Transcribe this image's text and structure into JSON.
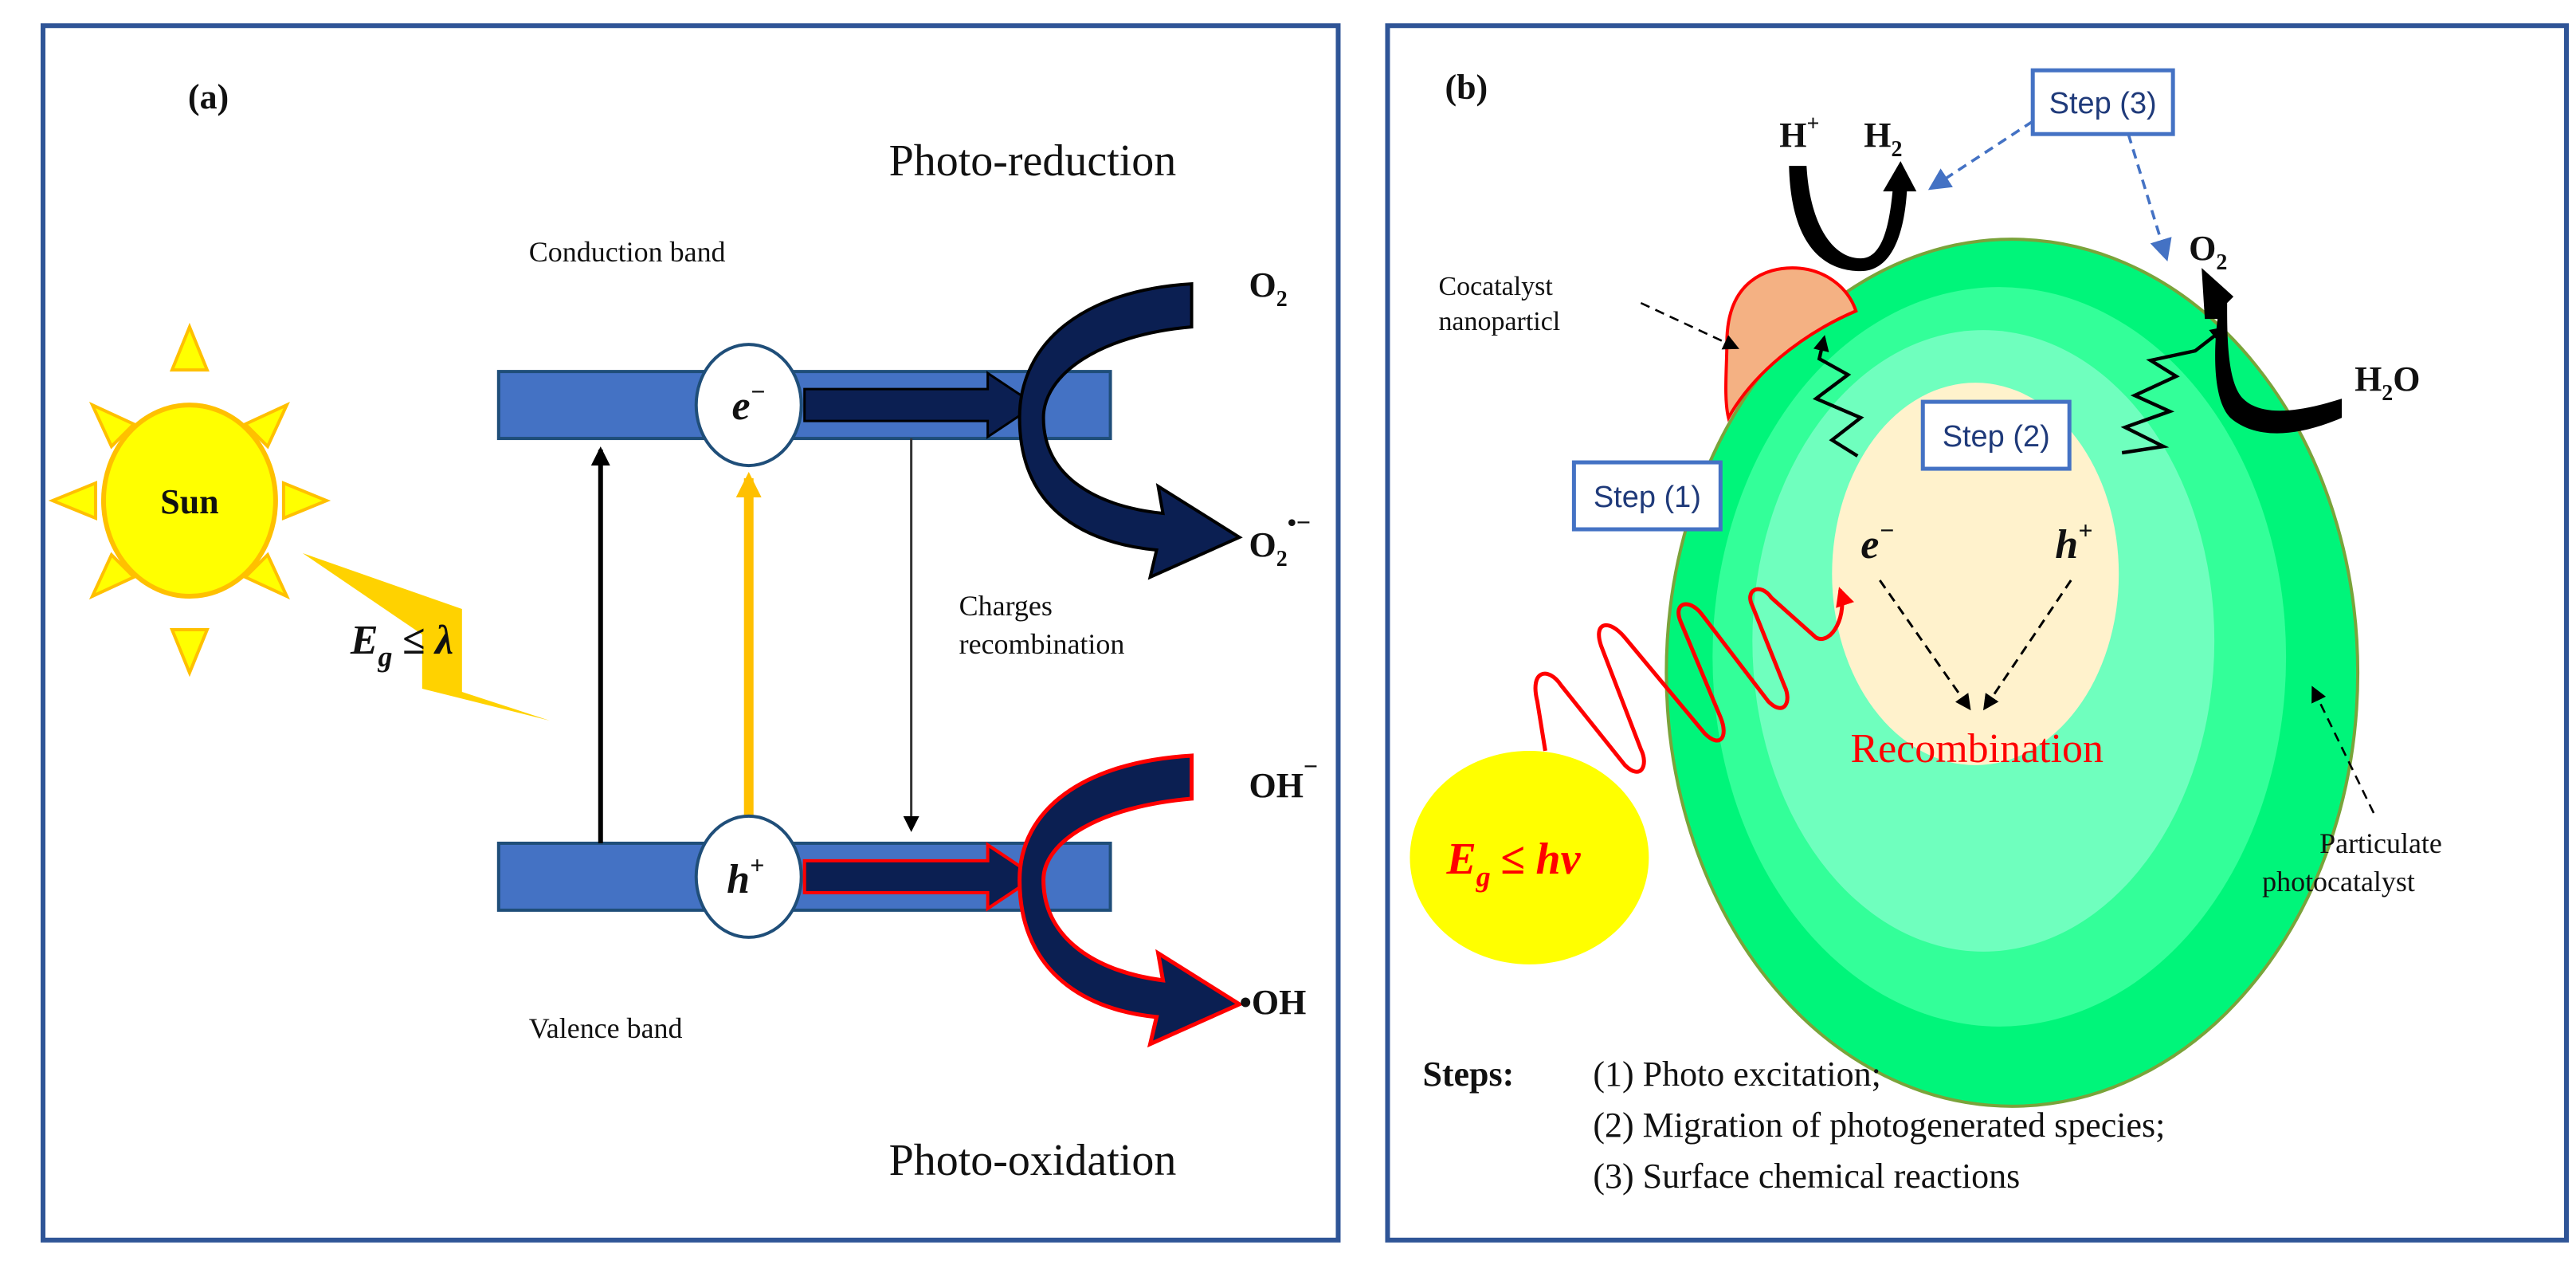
{
  "panel_a": {
    "tag": "(a)",
    "photo_reduction": "Photo-reduction",
    "photo_oxidation": "Photo-oxidation",
    "conduction_band": "Conduction band",
    "valence_band": "Valence band",
    "sun": "Sun",
    "bandgap_eq": {
      "E": "E",
      "sub": "g",
      "rel": "≤ λ"
    },
    "electron": {
      "base": "e",
      "sup": "−"
    },
    "hole": {
      "base": "h",
      "sup": "+"
    },
    "charges_recombination": [
      "Charges",
      "recombination"
    ],
    "o2": {
      "base": "O",
      "sub": "2"
    },
    "o2_radical": {
      "base": "O",
      "sub": "2",
      "sup": "•−"
    },
    "oh_minus": {
      "base": "OH",
      "sup": "−"
    },
    "oh_radical": "•OH"
  },
  "panel_b": {
    "tag": "(b)",
    "h_plus": {
      "base": "H",
      "sup": "+"
    },
    "h2": {
      "base": "H",
      "sub": "2"
    },
    "o2": {
      "base": "O",
      "sub": "2"
    },
    "h2o": {
      "base": "H",
      "sub": "2",
      "tail": "O"
    },
    "step3": "Step (3)",
    "step2": "Step (2)",
    "step1": "Step (1)",
    "cocatalyst": [
      "Cocatalyst",
      "nanoparticl"
    ],
    "electron": {
      "base": "e",
      "sup": "−"
    },
    "hole": {
      "base": "h",
      "sup": "+"
    },
    "recombination": "Recombination",
    "particulate": [
      "Particulate",
      "photocatalyst"
    ],
    "bandgap_eq": {
      "E": "E",
      "sub": "g",
      "rel": "≤ hv"
    },
    "steps_title": "Steps:",
    "steps": [
      "(1) Photo excitation;",
      "(2) Migration of photogenerated species;",
      "(3) Surface chemical reactions"
    ]
  },
  "colors": {
    "border": "#2f5597",
    "band": "#4472c4",
    "arrow_navy": "#0b1f52",
    "sun_yellow": "#ffff00",
    "sun_orange": "#ffc000",
    "red": "#ff0000",
    "green_outer": "#00f57a",
    "green_mid": "#33ff99",
    "green_inner": "#6fffbe",
    "core": "#fff2cc",
    "cocatalyst": "#f4b183"
  }
}
